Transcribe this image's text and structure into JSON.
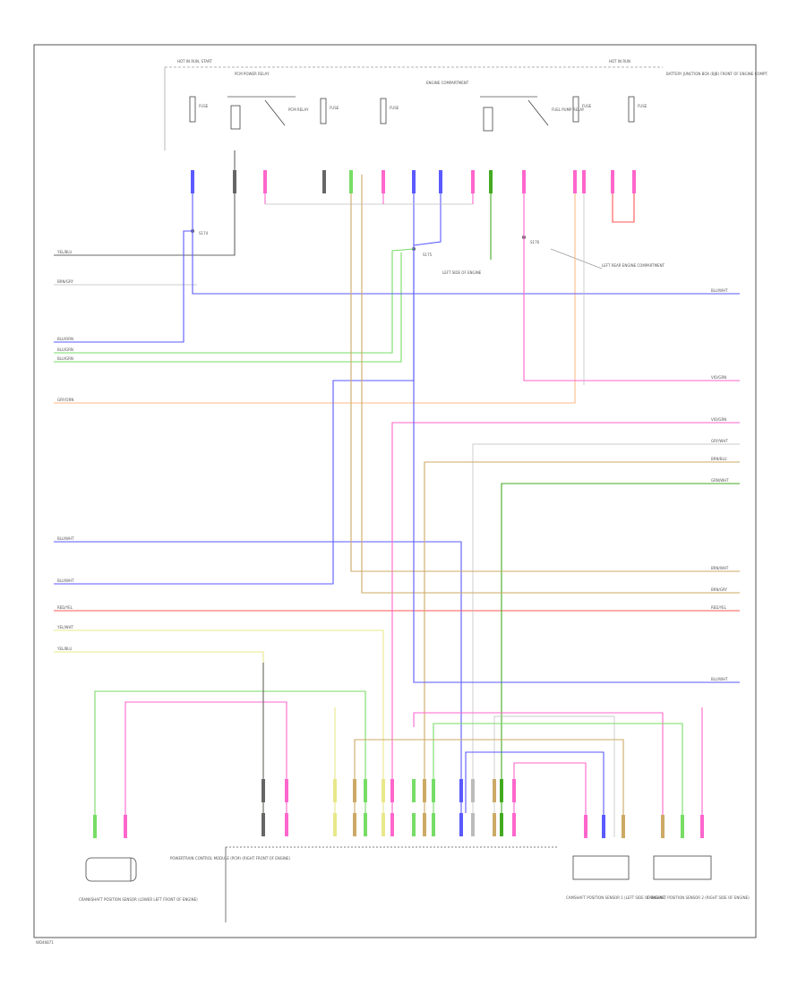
{
  "footer": {
    "page_code": "WD46871"
  },
  "colors": {
    "blue": "#5a5aff",
    "green": "#77dd66",
    "dkgreen": "#44aa22",
    "pink": "#ff66cc",
    "orange": "#ffbb88",
    "tan": "#ccaa66",
    "red": "#ff5555",
    "yellow": "#e8e88a",
    "grey": "#666666",
    "lgrey": "#bbbbbb"
  },
  "left_labels": [
    "YEL/BLU",
    "BRN/GRY",
    "BLU/ORN",
    "BLU/GRN",
    "BLU/GRN",
    "GRY/ORN",
    "BLU/WHT",
    "BLU/WHT",
    "RED/YEL",
    "YEL/WHT",
    "YEL/BLU"
  ],
  "right_labels": [
    "BLU/WHT",
    "VIO/GRN",
    "VIO/GRN",
    "GRY/WHT",
    "BRN/BLU",
    "GRN/WHT",
    "BRN/WHT",
    "BRN/GRY",
    "RED/YEL",
    "BLU/WHT"
  ],
  "top_labels": {
    "hot_left": "HOT IN RUN, START",
    "hot_right": "HOT IN RUN",
    "pcm_power": "PCM POWER RELAY",
    "fuse1": "FUSE",
    "fuse2": "FUSE",
    "fuse3": "FUSE",
    "fuse4": "FUSE",
    "fuse5": "FUSE",
    "relay_a": "PCM RELAY",
    "relay_b": "FUEL PUMP RELAY",
    "engine": "ENGINE COMPARTMENT",
    "battery": "BATTERY JUNCTION BOX (BJB) FRONT OF ENGINE COMPT.",
    "splice1": "S174",
    "splice2": "S175",
    "splice3": "S176",
    "left_eng": "LEFT SIDE OF ENGINE",
    "left_rear": "LEFT REAR ENGINE COMPARTMENT"
  },
  "bottom_labels": {
    "crank": "CRANKSHAFT POSITION SENSOR (LOWER LEFT FRONT OF ENGINE)",
    "pcm": "POWERTRAIN CONTROL MODULE (PCM) (RIGHT FRONT OF ENGINE)",
    "cmp1": "CAMSHAFT POSITION SENSOR 1 (LEFT SIDE OF ENGINE)",
    "cmp2": "CAMSHAFT POSITION SENSOR 2 (RIGHT SIDE OF ENGINE)"
  }
}
